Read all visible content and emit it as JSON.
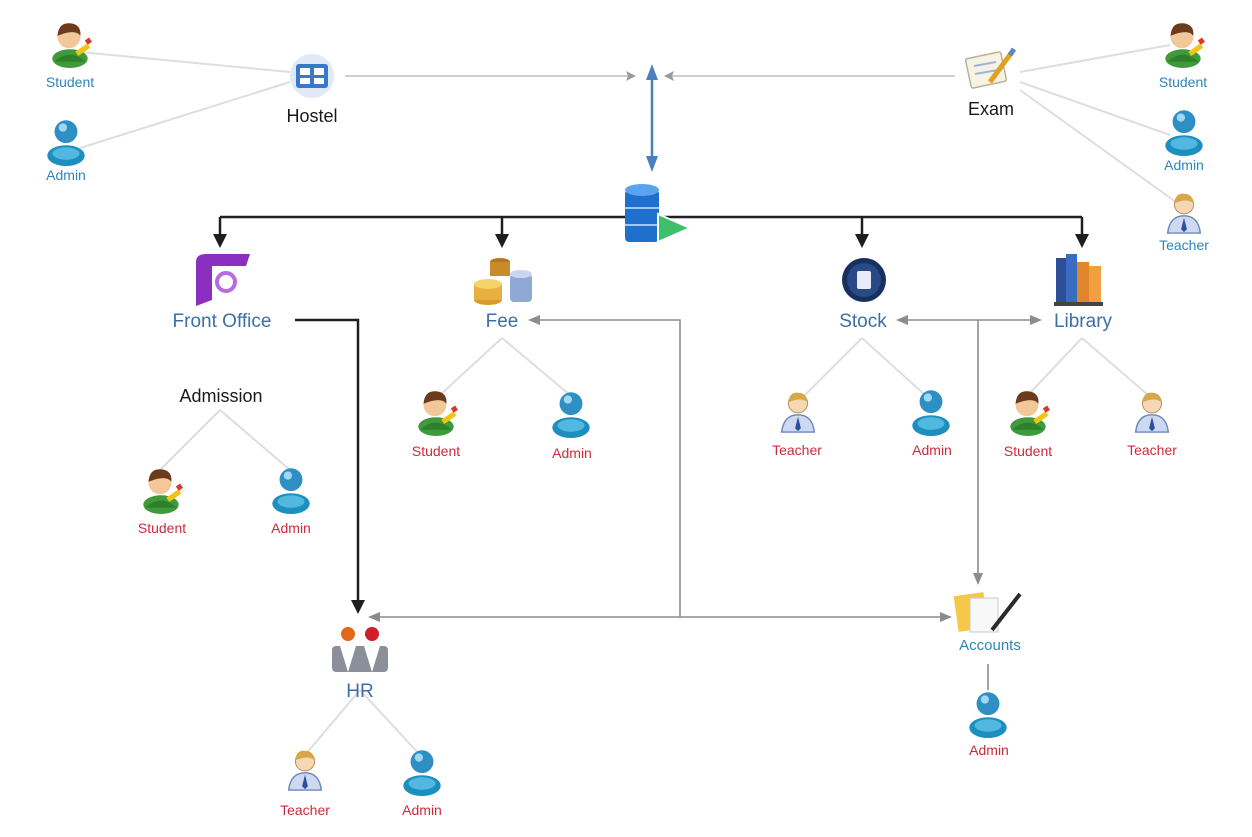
{
  "colors": {
    "student_label": "#2f86b8",
    "role_label_red": "#cc2a3c",
    "module_label": "#3d6fa6",
    "connector_dark": "#1e1e1e",
    "connector_gray": "#8c8c8c",
    "connector_light": "#d9d9d9",
    "db_blue": "#1f6fcf"
  },
  "icons": {
    "hub": "database-icon",
    "hostel": "hostel-icon",
    "exam": "exam-icon",
    "front_office": "front-office-icon",
    "fee": "fee-icon",
    "stock": "stock-icon",
    "library": "library-icon",
    "hr": "hr-icon",
    "accounts": "accounts-icon",
    "student": "student-icon",
    "admin": "admin-icon",
    "teacher": "teacher-icon"
  },
  "modules": {
    "hostel": "Hostel",
    "exam": "Exam",
    "front_office": "Front Office",
    "admission": "Admission",
    "fee": "Fee",
    "stock": "Stock",
    "library": "Library",
    "hr": "HR",
    "accounts": "Accounts"
  },
  "roles": {
    "hostel_student": "Student",
    "hostel_admin": "Admin",
    "exam_student": "Student",
    "exam_admin": "Admin",
    "exam_teacher": "Teacher",
    "admission_student": "Student",
    "admission_admin": "Admin",
    "fee_student": "Student",
    "fee_admin": "Admin",
    "stock_teacher": "Teacher",
    "stock_admin": "Admin",
    "library_student": "Student",
    "library_teacher": "Teacher",
    "hr_teacher": "Teacher",
    "hr_admin": "Admin",
    "accounts_admin": "Admin"
  }
}
